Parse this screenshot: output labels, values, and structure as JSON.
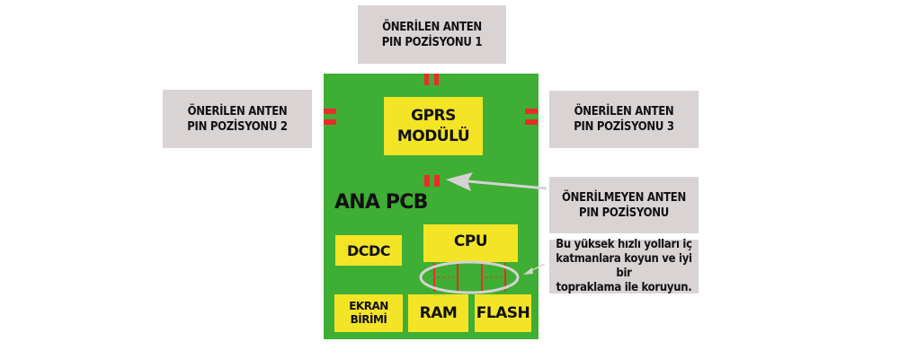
{
  "antenna_labels": {
    "pos1": [
      "ÖNERİLEN ANTEN",
      "PIN POZİSYONU 1"
    ],
    "pos2": [
      "ÖNERİLEN ANTEN",
      "PIN POZİSYONU 2"
    ],
    "pos3": [
      "ÖNERİLEN ANTEN",
      "PIN POZİSYONU 3"
    ],
    "not_recommended": [
      "ÖNERİLMEYEN ANTEN",
      "PIN POZİSYONU"
    ]
  },
  "note": [
    "Bu yüksek hızlı yolları iç",
    "katmanlara koyun ve iyi bir",
    "topraklama ile koruyun."
  ],
  "pcb": {
    "title": "ANA PCB",
    "components": {
      "gprs": [
        "GPRS",
        "MODÜLÜ"
      ],
      "dcdc": "DCDC",
      "cpu": "CPU",
      "display": [
        "EKRAN",
        "BİRİMİ"
      ],
      "ram": "RAM",
      "flash": "FLASH"
    }
  },
  "colors": {
    "pcb": "#3fae34",
    "component": "#f4e426",
    "pin": "#ee2b2b",
    "label_bg": "#d9d3d3",
    "arrow": "#d6d2d2"
  }
}
